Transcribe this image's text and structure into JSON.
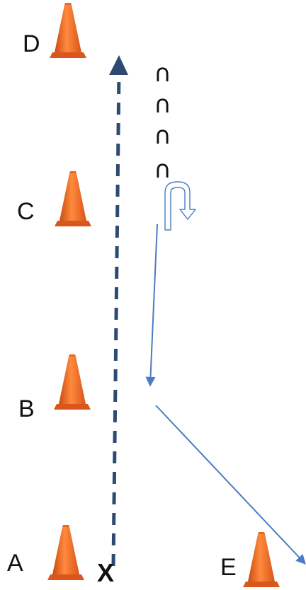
{
  "diagram": {
    "cones": [
      {
        "id": "D",
        "label": "D"
      },
      {
        "id": "C",
        "label": "C"
      },
      {
        "id": "B",
        "label": "B"
      },
      {
        "id": "A",
        "label": "A"
      },
      {
        "id": "E",
        "label": "E"
      }
    ],
    "start_marker": "X",
    "hop_marks": [
      "∩",
      "∩",
      "∩",
      "∩"
    ],
    "colors": {
      "cone_body": "#f26a21",
      "cone_shade": "#c94a10",
      "cone_highlight": "#ff9a55",
      "dashed_sprint": "#2c4a72",
      "run_path": "#4a7cc0",
      "text": "#111111"
    }
  }
}
